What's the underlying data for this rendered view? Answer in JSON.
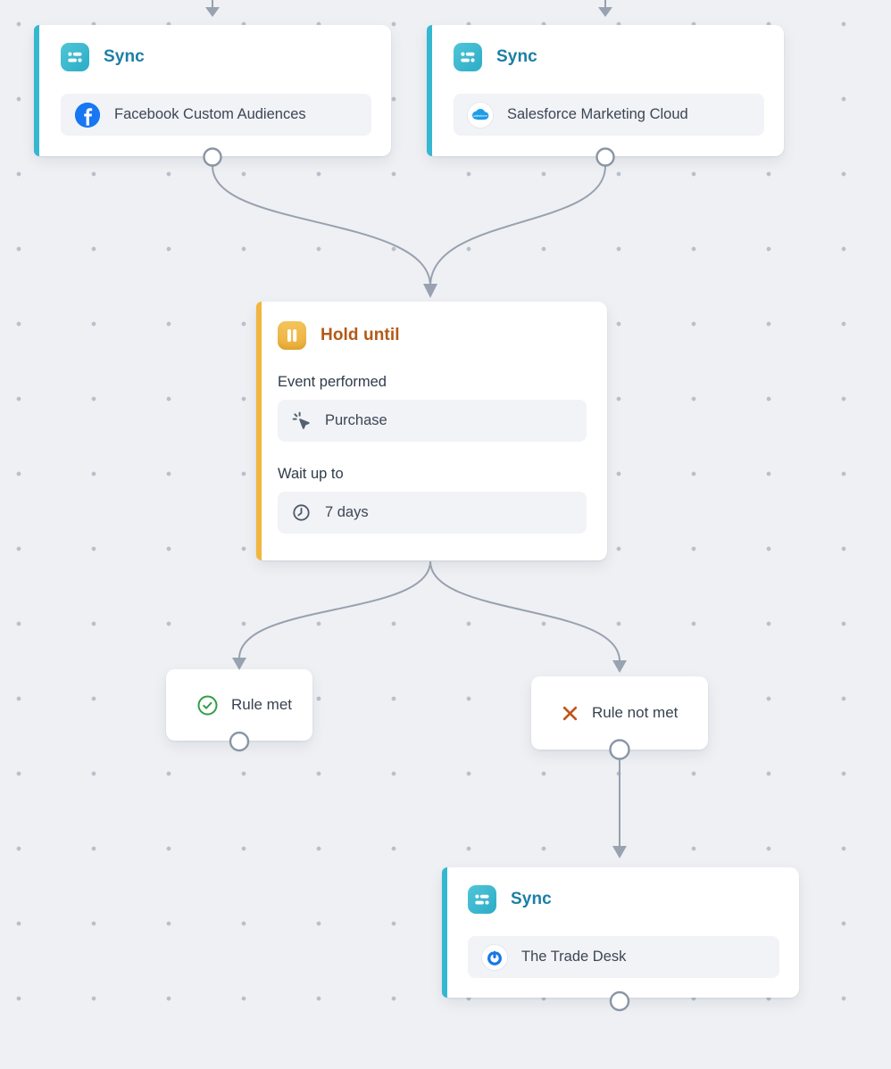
{
  "colors": {
    "canvas_bg": "#eef0f4",
    "grid_dot": "#b9c0cb",
    "sync_accent": "#35b8cf",
    "sync_title": "#1b7fa4",
    "hold_accent": "#f0b63f",
    "hold_title": "#b45917",
    "success_green": "#2f9e44",
    "fail_orange": "#c0561a",
    "edge_gray": "#97a1ae",
    "facebook_blue": "#1877f2",
    "salesforce_blue": "#1e9de7",
    "tradedesk_blue": "#1778e8"
  },
  "nodes": {
    "sync_facebook": {
      "title": "Sync",
      "icon": "sync-icon",
      "destination": "Facebook Custom Audiences",
      "destination_icon": "facebook-icon"
    },
    "sync_salesforce": {
      "title": "Sync",
      "icon": "sync-icon",
      "destination": "Salesforce Marketing Cloud",
      "destination_icon": "salesforce-icon"
    },
    "hold_until": {
      "title": "Hold until",
      "icon": "pause-icon",
      "event_label": "Event performed",
      "event_value": "Purchase",
      "event_value_icon": "cursor-click-icon",
      "wait_label": "Wait up to",
      "wait_value": "7 days",
      "wait_value_icon": "clock-icon"
    },
    "rule_met": {
      "label": "Rule met",
      "icon": "check-circle-icon"
    },
    "rule_not_met": {
      "label": "Rule not met",
      "icon": "x-icon"
    },
    "sync_tradedesk": {
      "title": "Sync",
      "icon": "sync-icon",
      "destination": "The Trade Desk",
      "destination_icon": "tradedesk-icon"
    }
  }
}
